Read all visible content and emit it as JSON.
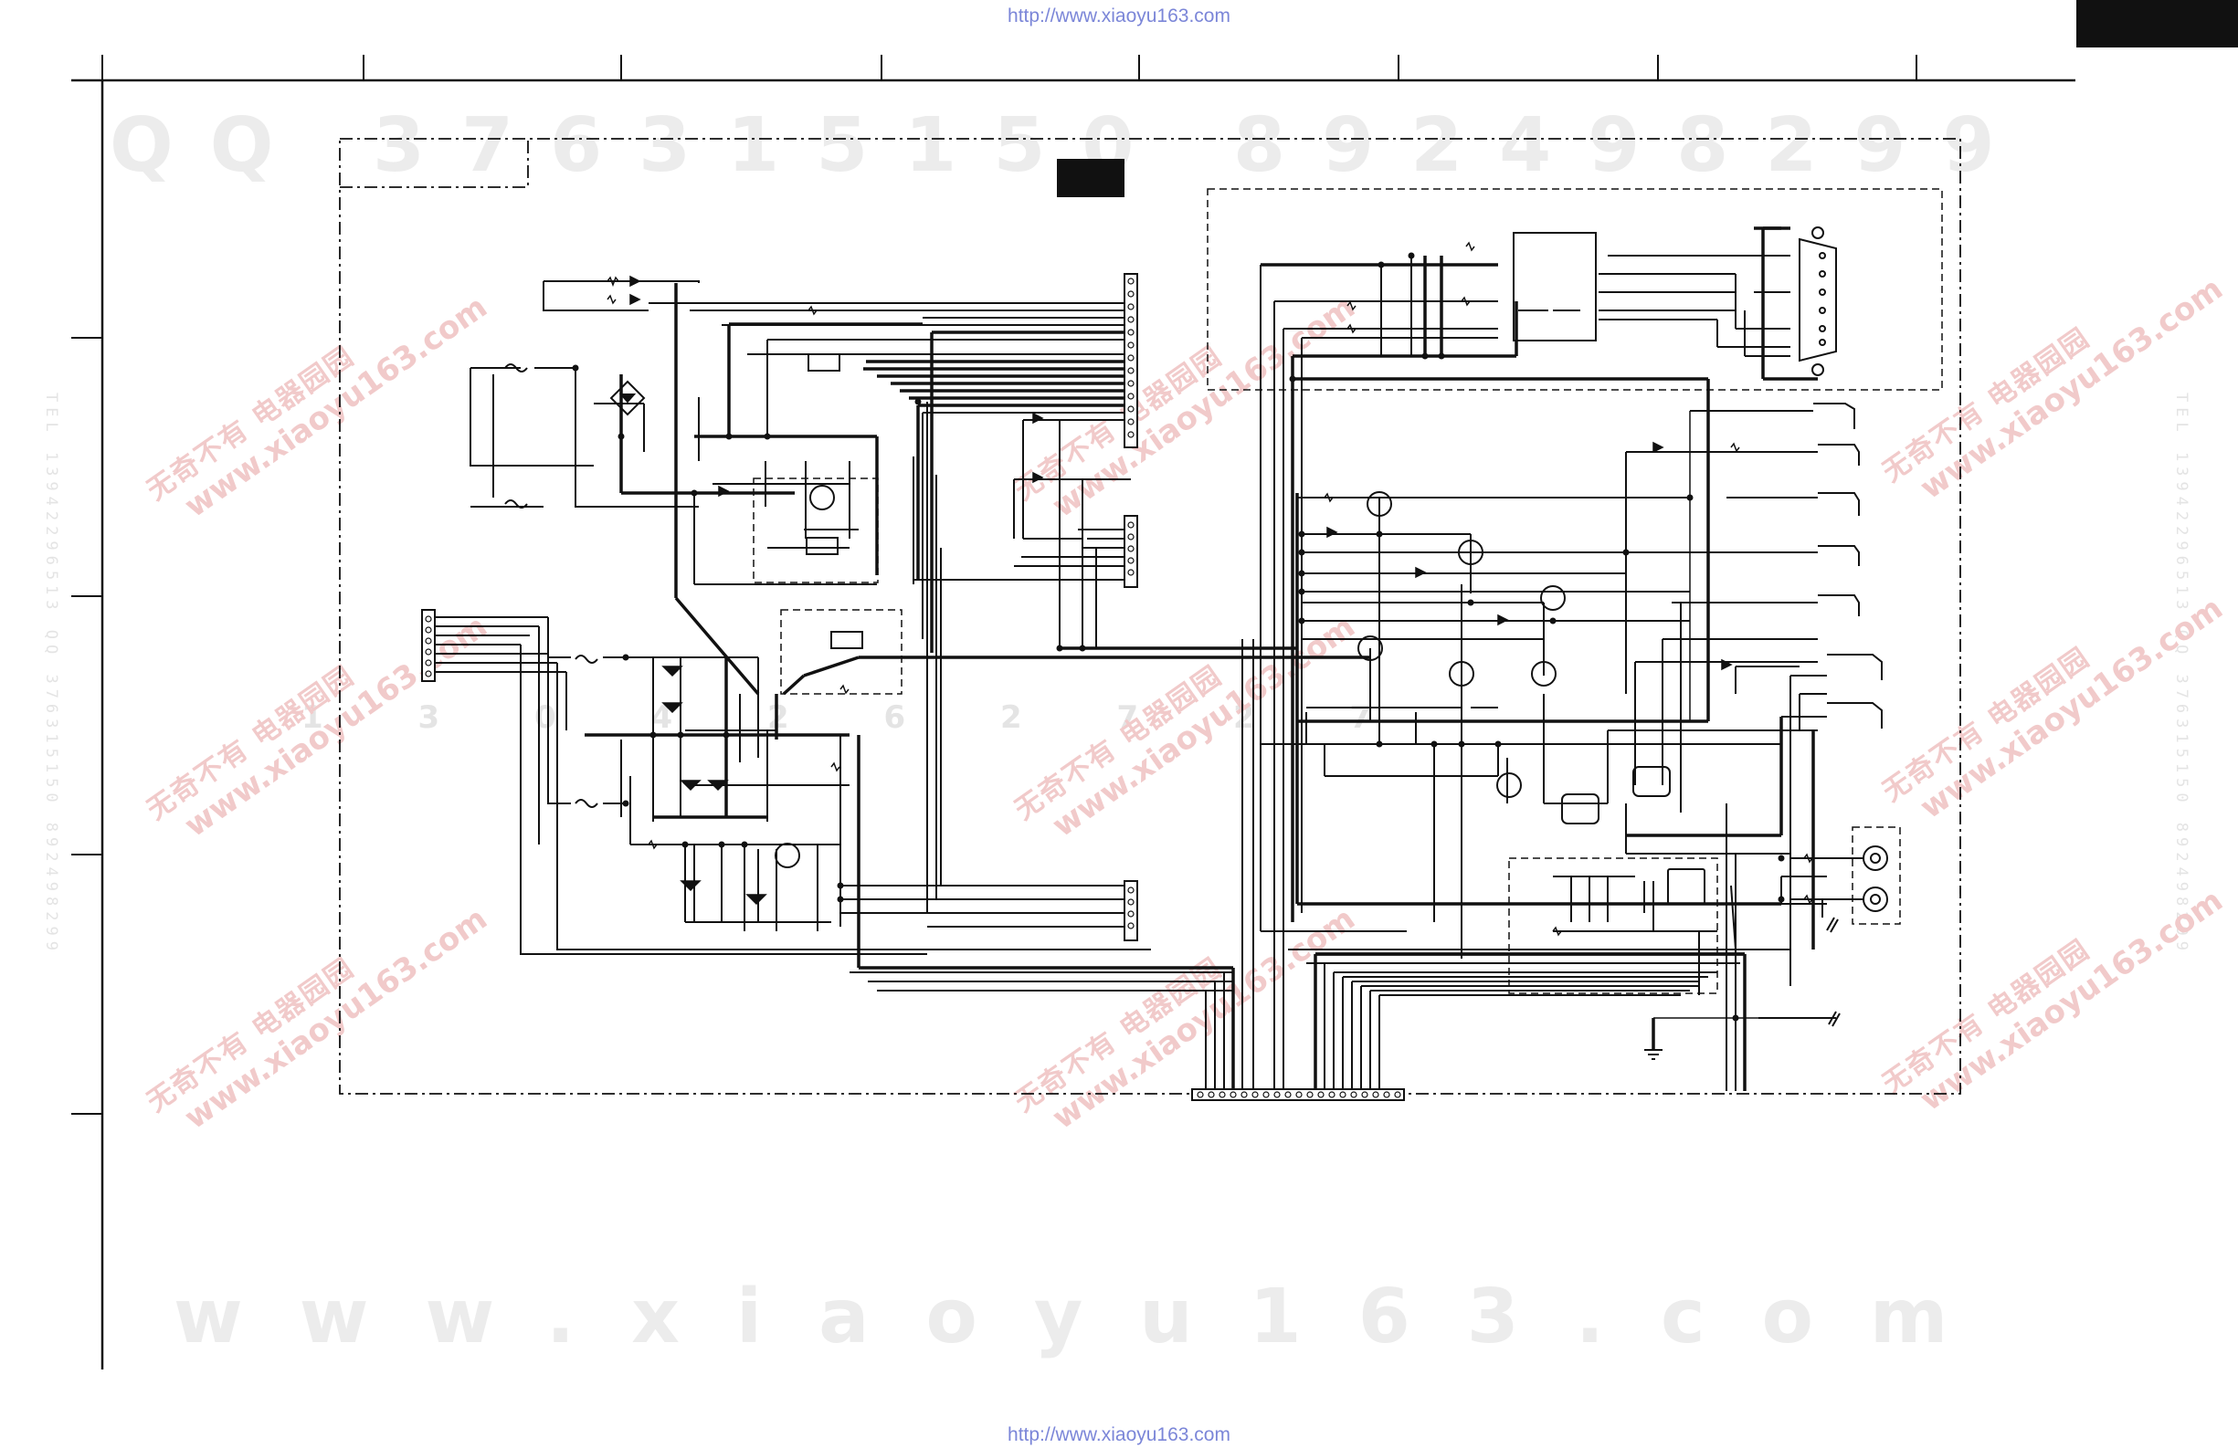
{
  "header": {
    "url": "http://www.xiaoyu163.com"
  },
  "footer": {
    "url": "http://www.xiaoyu163.com"
  },
  "watermarks": {
    "qq_line": "QQ 376315150  892498299",
    "www_line": "www.xiaoyu163.com",
    "mid_line": "1 3 0 4 2 6 2 7 2 7",
    "stamp_chinese": "无奇不有 电器园园",
    "stamp_url": "www.xiaoyu163.com",
    "side_left": "TEL 13942296513  QQ 376315150  892498299",
    "side_right": "TEL 13942296513  QQ 376315150  892498299"
  },
  "colors": {
    "wire": "#111111",
    "border": "#222222",
    "watermark_gray": "#ececec",
    "watermark_red": "#f1caca",
    "url_blue": "#7b86d8"
  },
  "icons": [
    "transistor-icon",
    "diode-icon",
    "fuse-icon",
    "bridge-rectifier-icon",
    "optocoupler-icon",
    "connector-icon",
    "jack-icon",
    "ground-icon",
    "ic-chip-icon",
    "dsub-connector-icon"
  ]
}
